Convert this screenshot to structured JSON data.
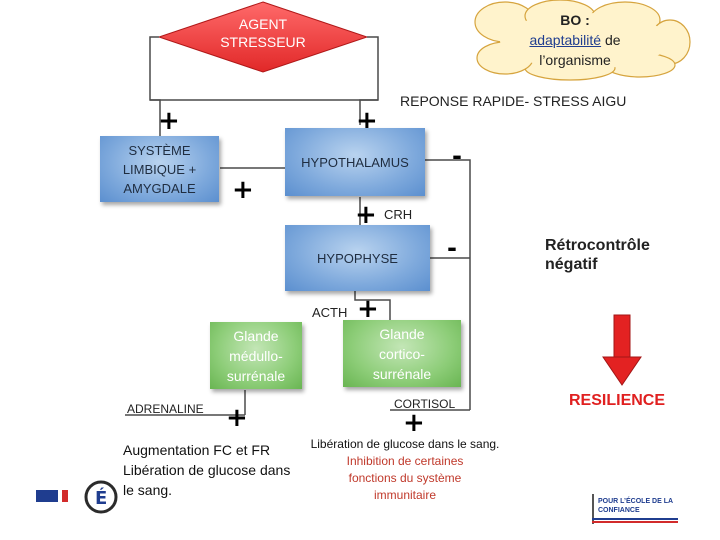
{
  "agent": "AGENT STRESSEUR",
  "bo": {
    "label": "BO :",
    "link": "adaptabilité",
    "suffix": "de l’organisme"
  },
  "reponse": "REPONSE RAPIDE- STRESS AIGU",
  "limbique": "SYSTÈME LIMBIQUE + AMYGDALE",
  "hypothalamus": "HYPOTHALAMUS",
  "crh": "CRH",
  "hypophyse": "HYPOPHYSE",
  "acth": "ACTH",
  "medullo": "Glande médullo-surrénale",
  "cortico": "Glande cortico-surrénale",
  "adrenaline": "ADRENALINE",
  "cortisol": "CORTISOL",
  "retro": "Rétrocontrôle négatif",
  "resilience": "RESILIENCE",
  "effet_adrenaline": "Augmentation FC et FR Libération de glucose dans le sang.",
  "effet_cortisol_1": "Libération de glucose dans le sang.",
  "effet_cortisol_2": "Inhibition de certaines fonctions du système immunitaire",
  "logo_right": "POUR L’ÉCOLE DE LA CONFIANCE",
  "plus": "+",
  "minus": "-",
  "colors": {
    "diamond": "#f03c3c",
    "blue_node": "#7ea9dc",
    "green_node": "#8dcd78",
    "cloud": "#fff2c8",
    "arrow": "#e32222",
    "resilience": "#e02020",
    "orange_text": "#c0392b"
  }
}
